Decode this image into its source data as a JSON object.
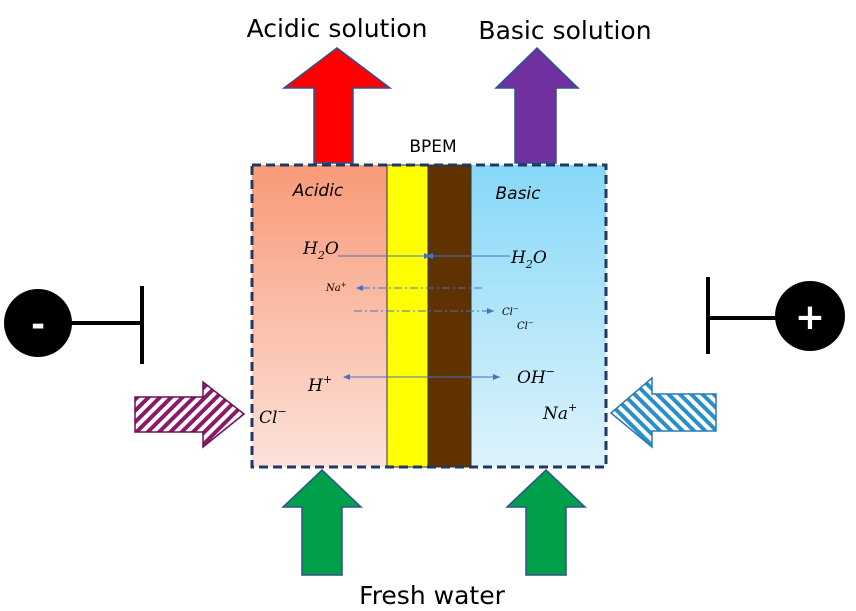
{
  "titles": {
    "acidic_solution": "Acidic solution",
    "basic_solution": "Basic solution",
    "fresh_water": "Fresh water",
    "membrane": "BPEM"
  },
  "chambers": {
    "acidic": "Acidic",
    "basic": "Basic"
  },
  "species": {
    "h2o_left": "H",
    "h2o_left_sub": "2",
    "h2o_left_tail": "O",
    "h2o_right": "H",
    "h2o_right_sub": "2",
    "h2o_right_tail": "O",
    "na_small": "Na",
    "na_small_sup": "+",
    "cl_small_1": "Cl",
    "cl_small_1_sup": "−",
    "cl_small_2": "Cl",
    "cl_small_2_sup": "−",
    "h_plus": "H",
    "h_plus_sup": "+",
    "oh_minus": "OH",
    "oh_minus_sup": "−",
    "cl_minus": "Cl",
    "cl_minus_sup": "−",
    "na_plus": "Na",
    "na_plus_sup": "+"
  },
  "electrodes": {
    "negative": "-",
    "positive": "+"
  },
  "colors": {
    "acid_arrow": "#ff0000",
    "base_arrow": "#7030a0",
    "water_arrow": "#00a04a",
    "membrane_yellow": "#ffff00",
    "membrane_brown": "#5f3200",
    "acidic_top": "#f8a080",
    "basic_top": "#8fdcf8",
    "ion_arrow": "#4472c4"
  }
}
